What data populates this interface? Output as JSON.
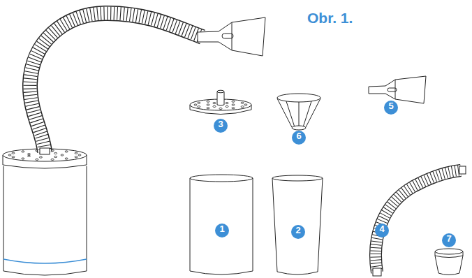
{
  "diagram": {
    "title": "Obr. 1.",
    "labels": [
      "3",
      "6",
      "5",
      "1",
      "2",
      "4",
      "7"
    ]
  }
}
